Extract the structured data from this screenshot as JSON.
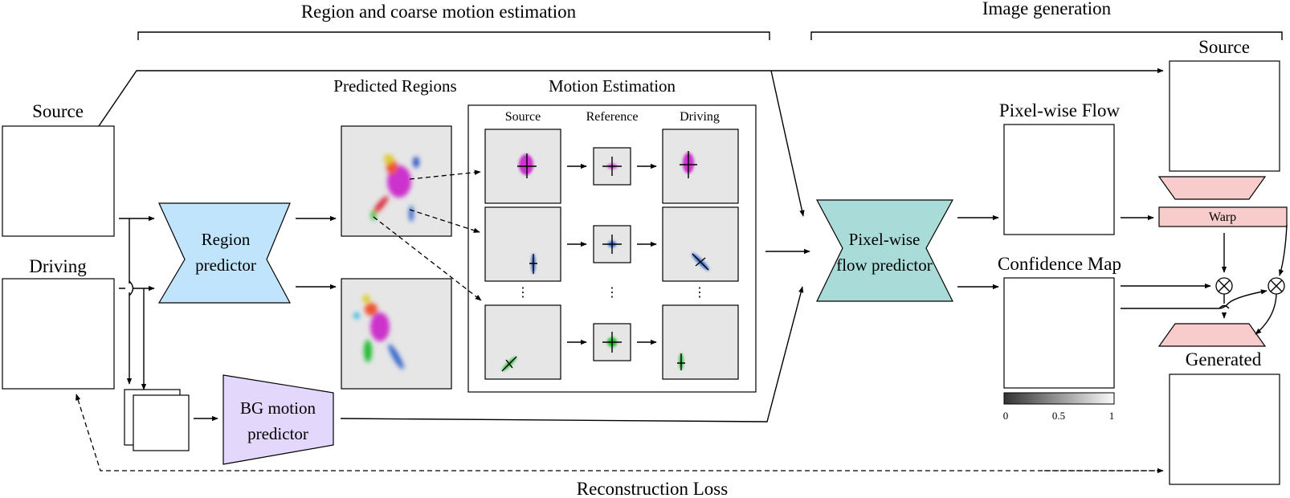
{
  "headers": {
    "region_stage": "Region and coarse motion estimation",
    "image_stage": "Image generation"
  },
  "inputs": {
    "source": "Source",
    "driving": "Driving"
  },
  "modules": {
    "region_predictor": [
      "Region",
      "predictor"
    ],
    "bg_motion_predictor": [
      "BG motion",
      "predictor"
    ],
    "pixelwise_flow_predictor": [
      "Pixel-wise",
      "flow predictor"
    ],
    "warp": "Warp"
  },
  "sections": {
    "predicted_regions": "Predicted Regions",
    "motion_estimation": "Motion Estimation",
    "pixelwise_flow": "Pixel-wise Flow",
    "confidence_map": "Confidence Map",
    "source_out": "Source",
    "generated": "Generated"
  },
  "motion_columns": {
    "source": "Source",
    "reference": "Reference",
    "driving": "Driving"
  },
  "colorbar": {
    "ticks": [
      "0",
      "0.5",
      "1"
    ]
  },
  "loss": "Reconstruction Loss",
  "ellipsis": "⋮",
  "colors": {
    "region_predictor_fill": "#bfe4fb",
    "bg_motion_fill": "#e3d7fb",
    "pixelwise_flow_fill": "#a9dcd8",
    "warp_fill": "#f9cccc",
    "panel_gray": "#e6e6e6",
    "region_magenta": "#cc33cc",
    "region_blue": "#3366cc",
    "region_green": "#22bb33"
  }
}
